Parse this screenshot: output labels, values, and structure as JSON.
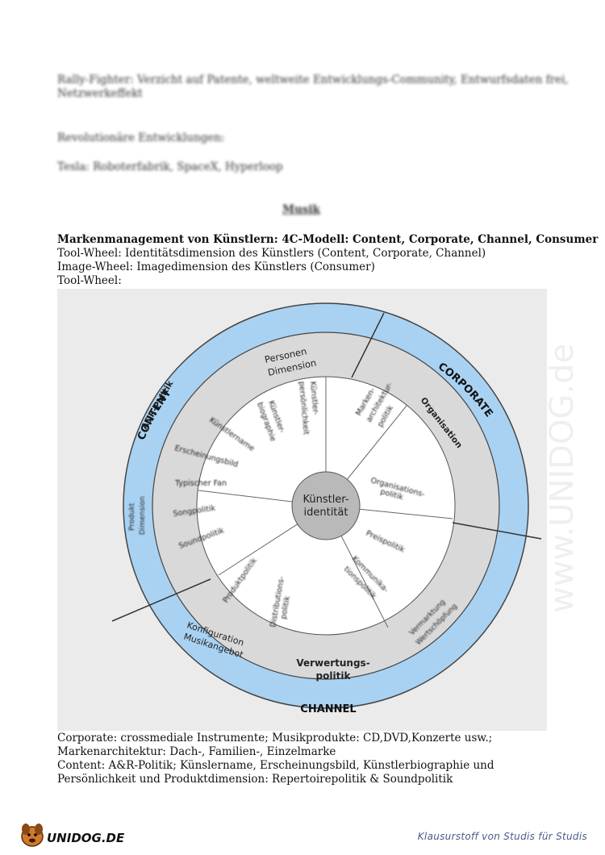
{
  "blurred": {
    "line1": "Rally-Fighter: Verzicht auf Patente, weltweite Entwicklungs-Community, Entwurfsdaten frei,",
    "line2": "Netzwerkeffekt",
    "line3": "Revolutionäre Entwicklungen:",
    "line4": "Tesla: Roboterfabrik, SpaceX, Hyperloop",
    "heading": "Musik"
  },
  "body": {
    "title": "Markenmanagement von Künstlern: 4C-Modell: Content, Corporate, Channel, Consumer",
    "line_tool": "Tool-Wheel: Identitätsdimension des Künstlers (Content, Corporate, Channel)",
    "line_image": "Image-Wheel: Imagedimension des Künstlers (Consumer)",
    "line_tool2": "Tool-Wheel:",
    "after1": "Corporate: crossmediale Instrumente; Musikprodukte: CD,DVD,Konzerte usw.;",
    "after2": "Markenarchitektur: Dach-, Familien-, Einzelmarke",
    "after3": "Content: A&R-Politik; Künslername, Erscheinungsbild, Künstlerbiographie und",
    "after4": "Persönlichkeit und Produktdimension: Repertoirepolitik & Soundpolitik"
  },
  "wheel": {
    "center_line1": "Künstler-",
    "center_line2": "identität",
    "outer_content": "CONTENT",
    "outer_corporate": "CORPORATE",
    "outer_channel": "CHANNEL",
    "mid_personen1": "Personen",
    "mid_personen2": "Dimension",
    "mid_ar": "A&R-Politik",
    "mid_organisation": "Organisation",
    "mid_produkt1": "Produkt",
    "mid_produkt2": "Dimension",
    "mid_konfig1": "Konfiguration",
    "mid_konfig2": "Musikangebot",
    "mid_verwertung1": "Verwertungs-",
    "mid_verwertung2": "politik",
    "mid_vermarktung1": "Vermarktung",
    "mid_vermarktung2": "Wertschöpfung",
    "inner_kuenstlername": "Künstlername",
    "inner_erscheinung": "Erscheinungsbild",
    "inner_fan": "Typischer Fan",
    "inner_song": "Songpolitik",
    "inner_sound": "Soundpolitik",
    "inner_bio1": "Künstler-",
    "inner_bio2": "biographie",
    "inner_pers1": "Künstler-",
    "inner_pers2": "persönlichkeit",
    "inner_marken1": "Marken-",
    "inner_marken2": "architektur-",
    "inner_marken3": "politik",
    "inner_orgpol1": "Organisations-",
    "inner_orgpol2": "politik",
    "inner_preis": "Preispolitik",
    "inner_kommu1": "Kommunika-",
    "inner_kommu2": "tionspolitik",
    "inner_produktpol": "Produktpolitik",
    "inner_distri1": "Distributions-",
    "inner_distri2": "politik"
  },
  "watermark": "www.UNIDOG.de",
  "footer": {
    "logo": "UNIDOG.DE",
    "tagline": "Klausurstoff von Studis für Studis"
  },
  "colors": {
    "outer_ring": "#a9d2f2",
    "middle_ring": "#d9d9d9",
    "center": "#b9b9b9",
    "footer_text": "#4a5a86"
  }
}
